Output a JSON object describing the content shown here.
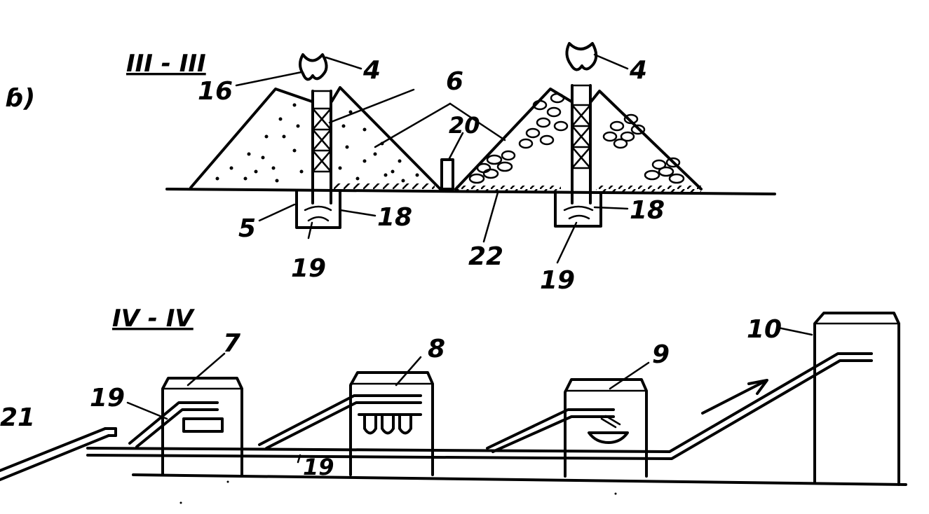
{
  "panel_letter": "ɓ)",
  "sections": {
    "upper": "III - III",
    "lower": "IV - IV"
  },
  "labels": {
    "l4a": "4",
    "l4b": "4",
    "l16": "16",
    "l6": "6",
    "l20": "20",
    "l5": "5",
    "l18a": "18",
    "l18b": "18",
    "l19a": "19",
    "l19b": "19",
    "l22": "22",
    "l7": "7",
    "l8": "8",
    "l9": "9",
    "l10": "10",
    "l19c": "19",
    "l19d": "19",
    "l21": "21"
  },
  "colors": {
    "ink": "#000000",
    "paper": "#ffffff"
  }
}
